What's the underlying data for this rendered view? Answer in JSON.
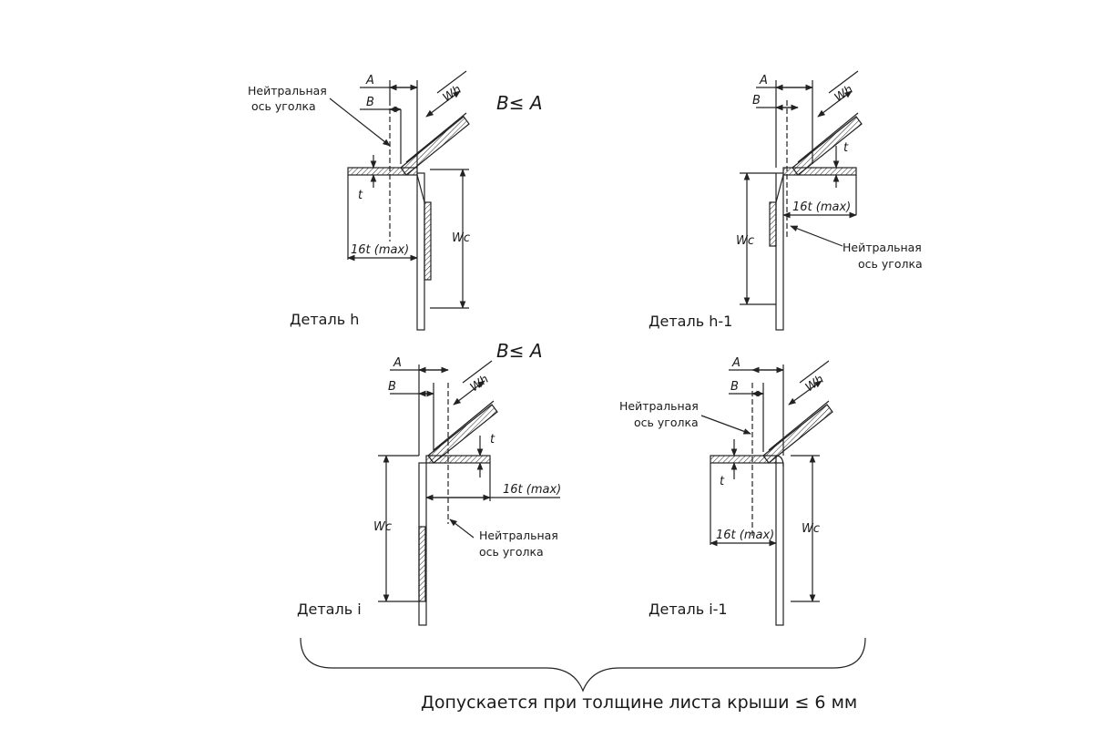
{
  "details": {
    "h": {
      "title": "Деталь h"
    },
    "h1": {
      "title": "Деталь h-1"
    },
    "i": {
      "title": "Деталь i"
    },
    "i1": {
      "title": "Деталь i-1"
    }
  },
  "labels": {
    "a": "A",
    "b": "B",
    "t": "t",
    "wh": "Wh",
    "wc": "Wc",
    "lap": "16t (max)",
    "condition": "B≤ A",
    "neutral_line1": "Нейтральная",
    "neutral_line2": "ось уголка"
  },
  "caption": "Допускается при толщине листа крыши ≤ 6 мм"
}
